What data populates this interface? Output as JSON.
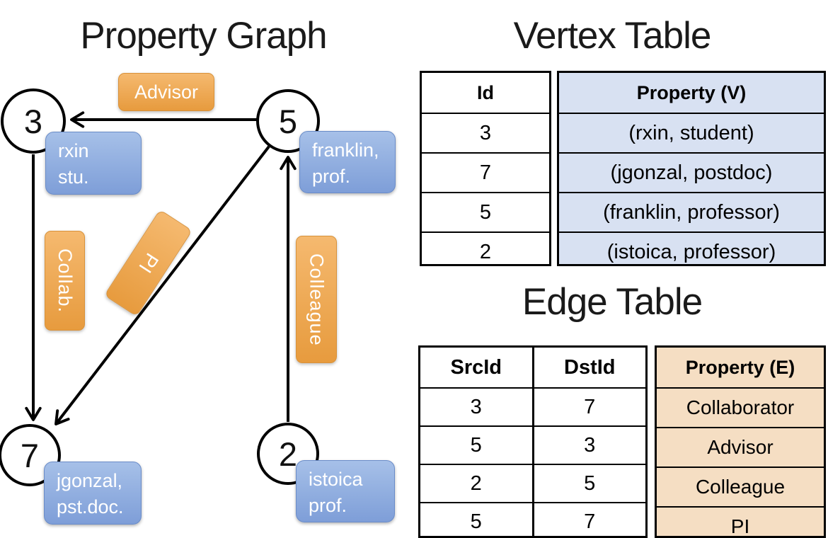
{
  "colors": {
    "edge_label_top": "#F5B96F",
    "edge_label_bottom": "#E79B3E",
    "edge_label_border": "#D8923B",
    "vertex_card_top": "#A6C0E8",
    "vertex_card_bottom": "#7E9ED8",
    "vertex_card_border": "#6A8CC8",
    "vertex_table_fill": "#D8E1F2",
    "edge_table_fill": "#F5DEC3",
    "line_color": "#000000"
  },
  "graph": {
    "title": "Property Graph",
    "nodes": [
      {
        "id": "3",
        "line1": "rxin",
        "line2": "stu."
      },
      {
        "id": "5",
        "line1": "franklin,",
        "line2": "prof."
      },
      {
        "id": "7",
        "line1": "jgonzal,",
        "line2": "pst.doc."
      },
      {
        "id": "2",
        "line1": "istoica",
        "line2": "prof."
      }
    ],
    "edge_labels": {
      "advisor": "Advisor",
      "collab": "Collab.",
      "pi": "PI",
      "colleague": "Colleague"
    }
  },
  "vertex_table": {
    "title": "Vertex Table",
    "id_header": "Id",
    "property_header": "Property (V)",
    "ids": [
      "3",
      "7",
      "5",
      "2"
    ],
    "properties": [
      "(rxin, student)",
      "(jgonzal, postdoc)",
      "(franklin, professor)",
      "(istoica, professor)"
    ]
  },
  "edge_table": {
    "title": "Edge Table",
    "src_header": "SrcId",
    "dst_header": "DstId",
    "property_header": "Property (E)",
    "rows": [
      [
        "3",
        "7",
        "Collaborator"
      ],
      [
        "5",
        "3",
        "Advisor"
      ],
      [
        "2",
        "5",
        "Colleague"
      ],
      [
        "5",
        "7",
        "PI"
      ]
    ]
  }
}
